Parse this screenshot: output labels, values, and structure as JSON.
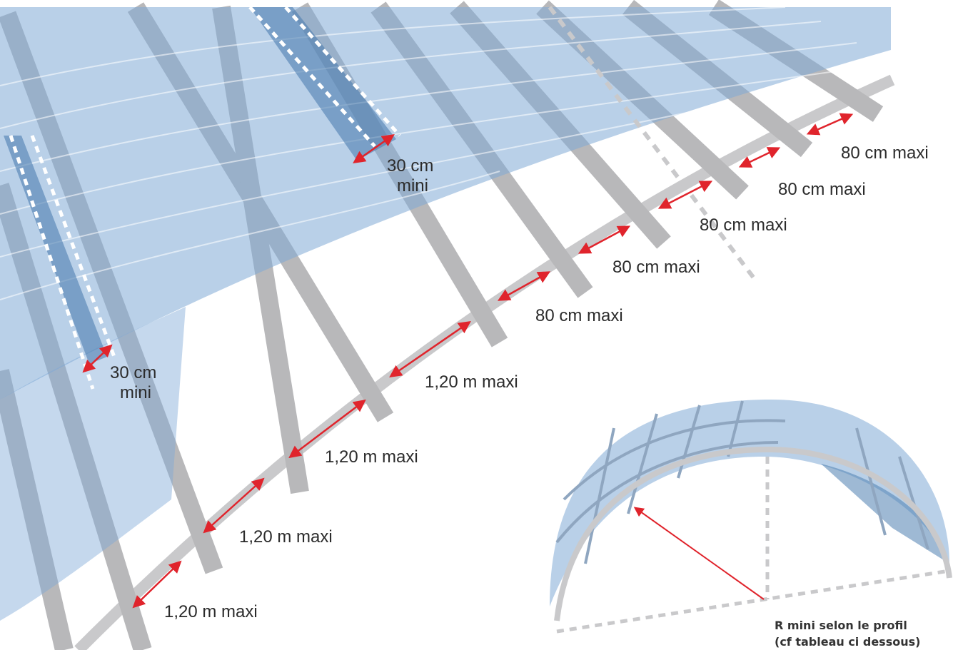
{
  "colors": {
    "sheet": "#7fa9d6",
    "sheet_dark": "#4f7fb0",
    "purlin": "#b8b8ba",
    "purlin_dark": "#8a8a8e",
    "arrow": "#e0242c",
    "dashed": "#ffffff"
  },
  "labels": {
    "overlap_lower": [
      "30 cm",
      "mini"
    ],
    "overlap_upper": [
      "30 cm",
      "mini"
    ],
    "spacing_lower": [
      "1,20 m maxi",
      "1,20 m maxi",
      "1,20 m maxi",
      "1,20 m maxi"
    ],
    "spacing_upper": [
      "80 cm maxi",
      "80 cm maxi",
      "80 cm maxi",
      "80 cm maxi",
      "80 cm maxi"
    ]
  },
  "inset": {
    "caption_line1": "R mini selon le profil",
    "caption_line2": "(cf tableau ci dessous)"
  }
}
